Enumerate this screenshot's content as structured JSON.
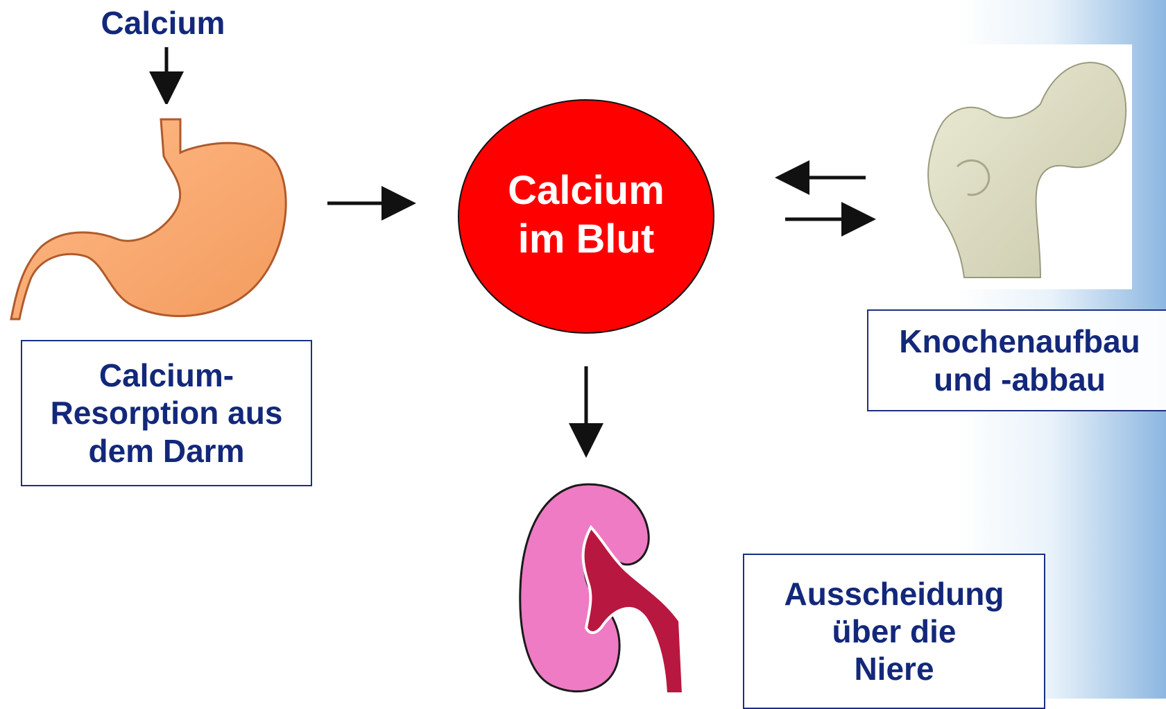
{
  "diagram": {
    "intake_label": "Calcium",
    "center_label": "Calcium\nim Blut",
    "intestine_label": "Calcium-\nResorption aus\ndem Darm",
    "bone_label": "Knochenaufbau\nund -abbau",
    "kidney_label": "Ausscheidung\nüber die\nNiere"
  },
  "colors": {
    "label_text": "#13287a",
    "center_fill": "#ff0000",
    "stomach": "#f7a06a",
    "bone": "#d8d8bd",
    "kidney": "#ee7bc4",
    "kidney_vessels": "#b8173f"
  }
}
